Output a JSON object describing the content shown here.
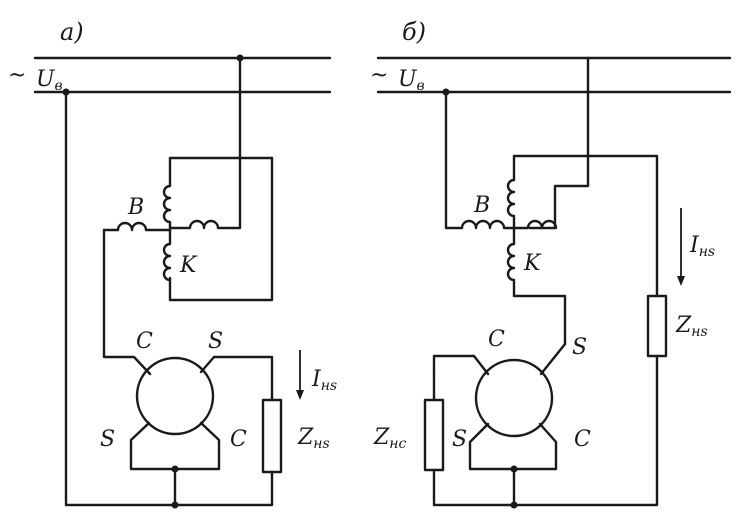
{
  "panels": [
    {
      "id": "a",
      "label": "а)",
      "supply": {
        "tilde": "~",
        "main": "U",
        "sub": "в"
      },
      "coil_b": "B",
      "coil_k": "K",
      "terms": [
        "C",
        "S",
        "S",
        "C"
      ],
      "current": {
        "main": "I",
        "sub": "нs"
      },
      "load": {
        "main": "Z",
        "sub": "нs"
      }
    },
    {
      "id": "b",
      "label": "б)",
      "supply": {
        "tilde": "~",
        "main": "U",
        "sub": "в"
      },
      "coil_b": "B",
      "coil_k": "K",
      "terms": [
        "C",
        "S",
        "S",
        "C"
      ],
      "current": {
        "main": "I",
        "sub": "нs"
      },
      "load": {
        "main": "Z",
        "sub": "нs"
      },
      "load2": {
        "main": "Z",
        "sub": "нc"
      }
    }
  ]
}
